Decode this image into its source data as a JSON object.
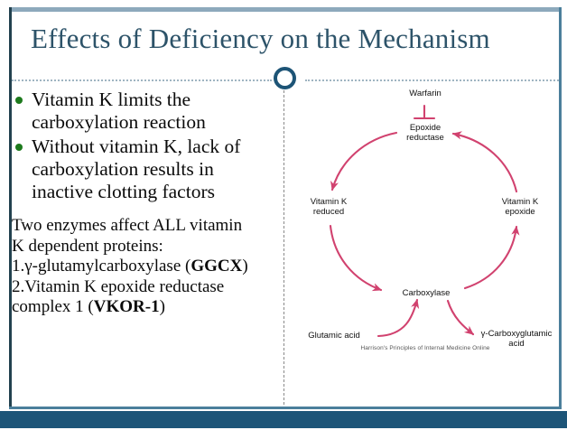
{
  "slide": {
    "title": "Effects of Deficiency on the Mechanism",
    "colors": {
      "title": "#2d5369",
      "frame_light": "#8da9bc",
      "frame_dark": "#22414f",
      "footer_band": "#1d5578",
      "bullet_green": "#1d7a1d",
      "diagram_arrow": "#d1426f",
      "circle_ring": "#1d5476"
    }
  },
  "left": {
    "bullets": [
      "Vitamin K limits the carboxylation reaction",
      "Without vitamin K, lack of carboxylation results in inactive clotting factors"
    ],
    "paragraph": {
      "intro_line1": "Two enzymes affect ALL vitamin",
      "intro_line2": "K dependent proteins:",
      "item1_prefix": "1.γ-glutamylcarboxylase (",
      "item1_bold": "GGCX",
      "item1_suffix": ")",
      "item2_line1": "2.Vitamin K epoxide reductase",
      "item2_prefix": "complex 1 (",
      "item2_bold": "VKOR-1",
      "item2_suffix": ")"
    }
  },
  "diagram": {
    "type": "cycle",
    "nodes": {
      "warfarin": "Warfarin",
      "epoxide_reductase_l1": "Epoxide",
      "epoxide_reductase_l2": "reductase",
      "vitamin_k_reduced_l1": "Vitamin K",
      "vitamin_k_reduced_l2": "reduced",
      "vitamin_k_epoxide_l1": "Vitamin K",
      "vitamin_k_epoxide_l2": "epoxide",
      "carboxylase": "Carboxylase",
      "glutamic_acid": "Glutamic acid",
      "carboxyglutamic_l1": "γ-Carboxyglutamic",
      "carboxyglutamic_l2": "acid"
    },
    "credit": "Harrison's Principles of Internal Medicine Online"
  }
}
